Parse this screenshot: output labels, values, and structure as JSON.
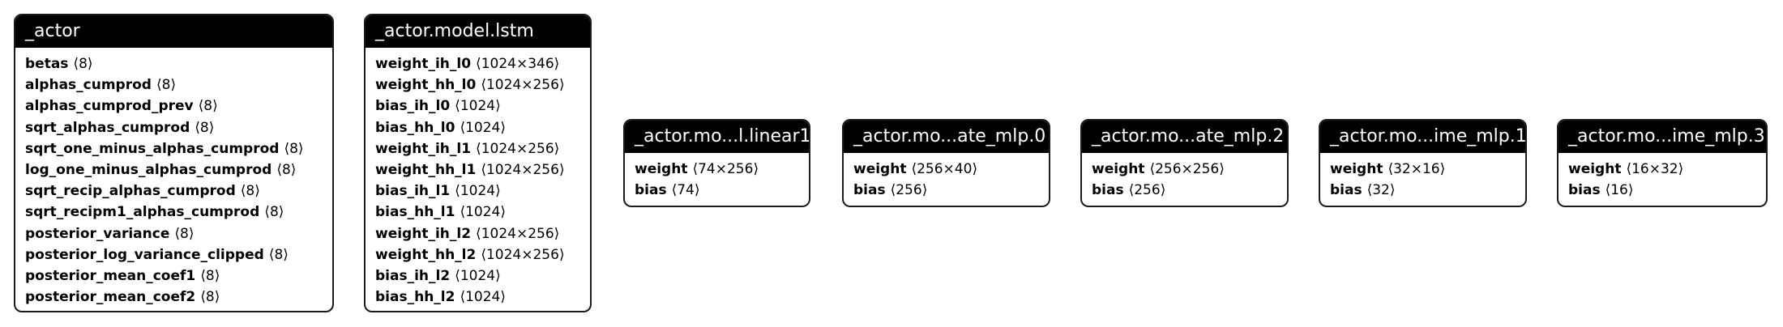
{
  "nodes": [
    {
      "title": "_actor",
      "params": [
        {
          "name": "betas",
          "shape": "8"
        },
        {
          "name": "alphas_cumprod",
          "shape": "8"
        },
        {
          "name": "alphas_cumprod_prev",
          "shape": "8"
        },
        {
          "name": "sqrt_alphas_cumprod",
          "shape": "8"
        },
        {
          "name": "sqrt_one_minus_alphas_cumprod",
          "shape": "8"
        },
        {
          "name": "log_one_minus_alphas_cumprod",
          "shape": "8"
        },
        {
          "name": "sqrt_recip_alphas_cumprod",
          "shape": "8"
        },
        {
          "name": "sqrt_recipm1_alphas_cumprod",
          "shape": "8"
        },
        {
          "name": "posterior_variance",
          "shape": "8"
        },
        {
          "name": "posterior_log_variance_clipped",
          "shape": "8"
        },
        {
          "name": "posterior_mean_coef1",
          "shape": "8"
        },
        {
          "name": "posterior_mean_coef2",
          "shape": "8"
        }
      ]
    },
    {
      "title": "_actor.model.lstm",
      "params": [
        {
          "name": "weight_ih_l0",
          "shape": "1024×346"
        },
        {
          "name": "weight_hh_l0",
          "shape": "1024×256"
        },
        {
          "name": "bias_ih_l0",
          "shape": "1024"
        },
        {
          "name": "bias_hh_l0",
          "shape": "1024"
        },
        {
          "name": "weight_ih_l1",
          "shape": "1024×256"
        },
        {
          "name": "weight_hh_l1",
          "shape": "1024×256"
        },
        {
          "name": "bias_ih_l1",
          "shape": "1024"
        },
        {
          "name": "bias_hh_l1",
          "shape": "1024"
        },
        {
          "name": "weight_ih_l2",
          "shape": "1024×256"
        },
        {
          "name": "weight_hh_l2",
          "shape": "1024×256"
        },
        {
          "name": "bias_ih_l2",
          "shape": "1024"
        },
        {
          "name": "bias_hh_l2",
          "shape": "1024"
        }
      ]
    },
    {
      "title": "_actor.mo...l.linear1",
      "params": [
        {
          "name": "weight",
          "shape": "74×256"
        },
        {
          "name": "bias",
          "shape": "74"
        }
      ]
    },
    {
      "title": "_actor.mo...ate_mlp.0",
      "params": [
        {
          "name": "weight",
          "shape": "256×40"
        },
        {
          "name": "bias",
          "shape": "256"
        }
      ]
    },
    {
      "title": "_actor.mo...ate_mlp.2",
      "params": [
        {
          "name": "weight",
          "shape": "256×256"
        },
        {
          "name": "bias",
          "shape": "256"
        }
      ]
    },
    {
      "title": "_actor.mo...ime_mlp.1",
      "params": [
        {
          "name": "weight",
          "shape": "32×16"
        },
        {
          "name": "bias",
          "shape": "32"
        }
      ]
    },
    {
      "title": "_actor.mo...ime_mlp.3",
      "params": [
        {
          "name": "weight",
          "shape": "16×32"
        },
        {
          "name": "bias",
          "shape": "16"
        }
      ]
    }
  ]
}
